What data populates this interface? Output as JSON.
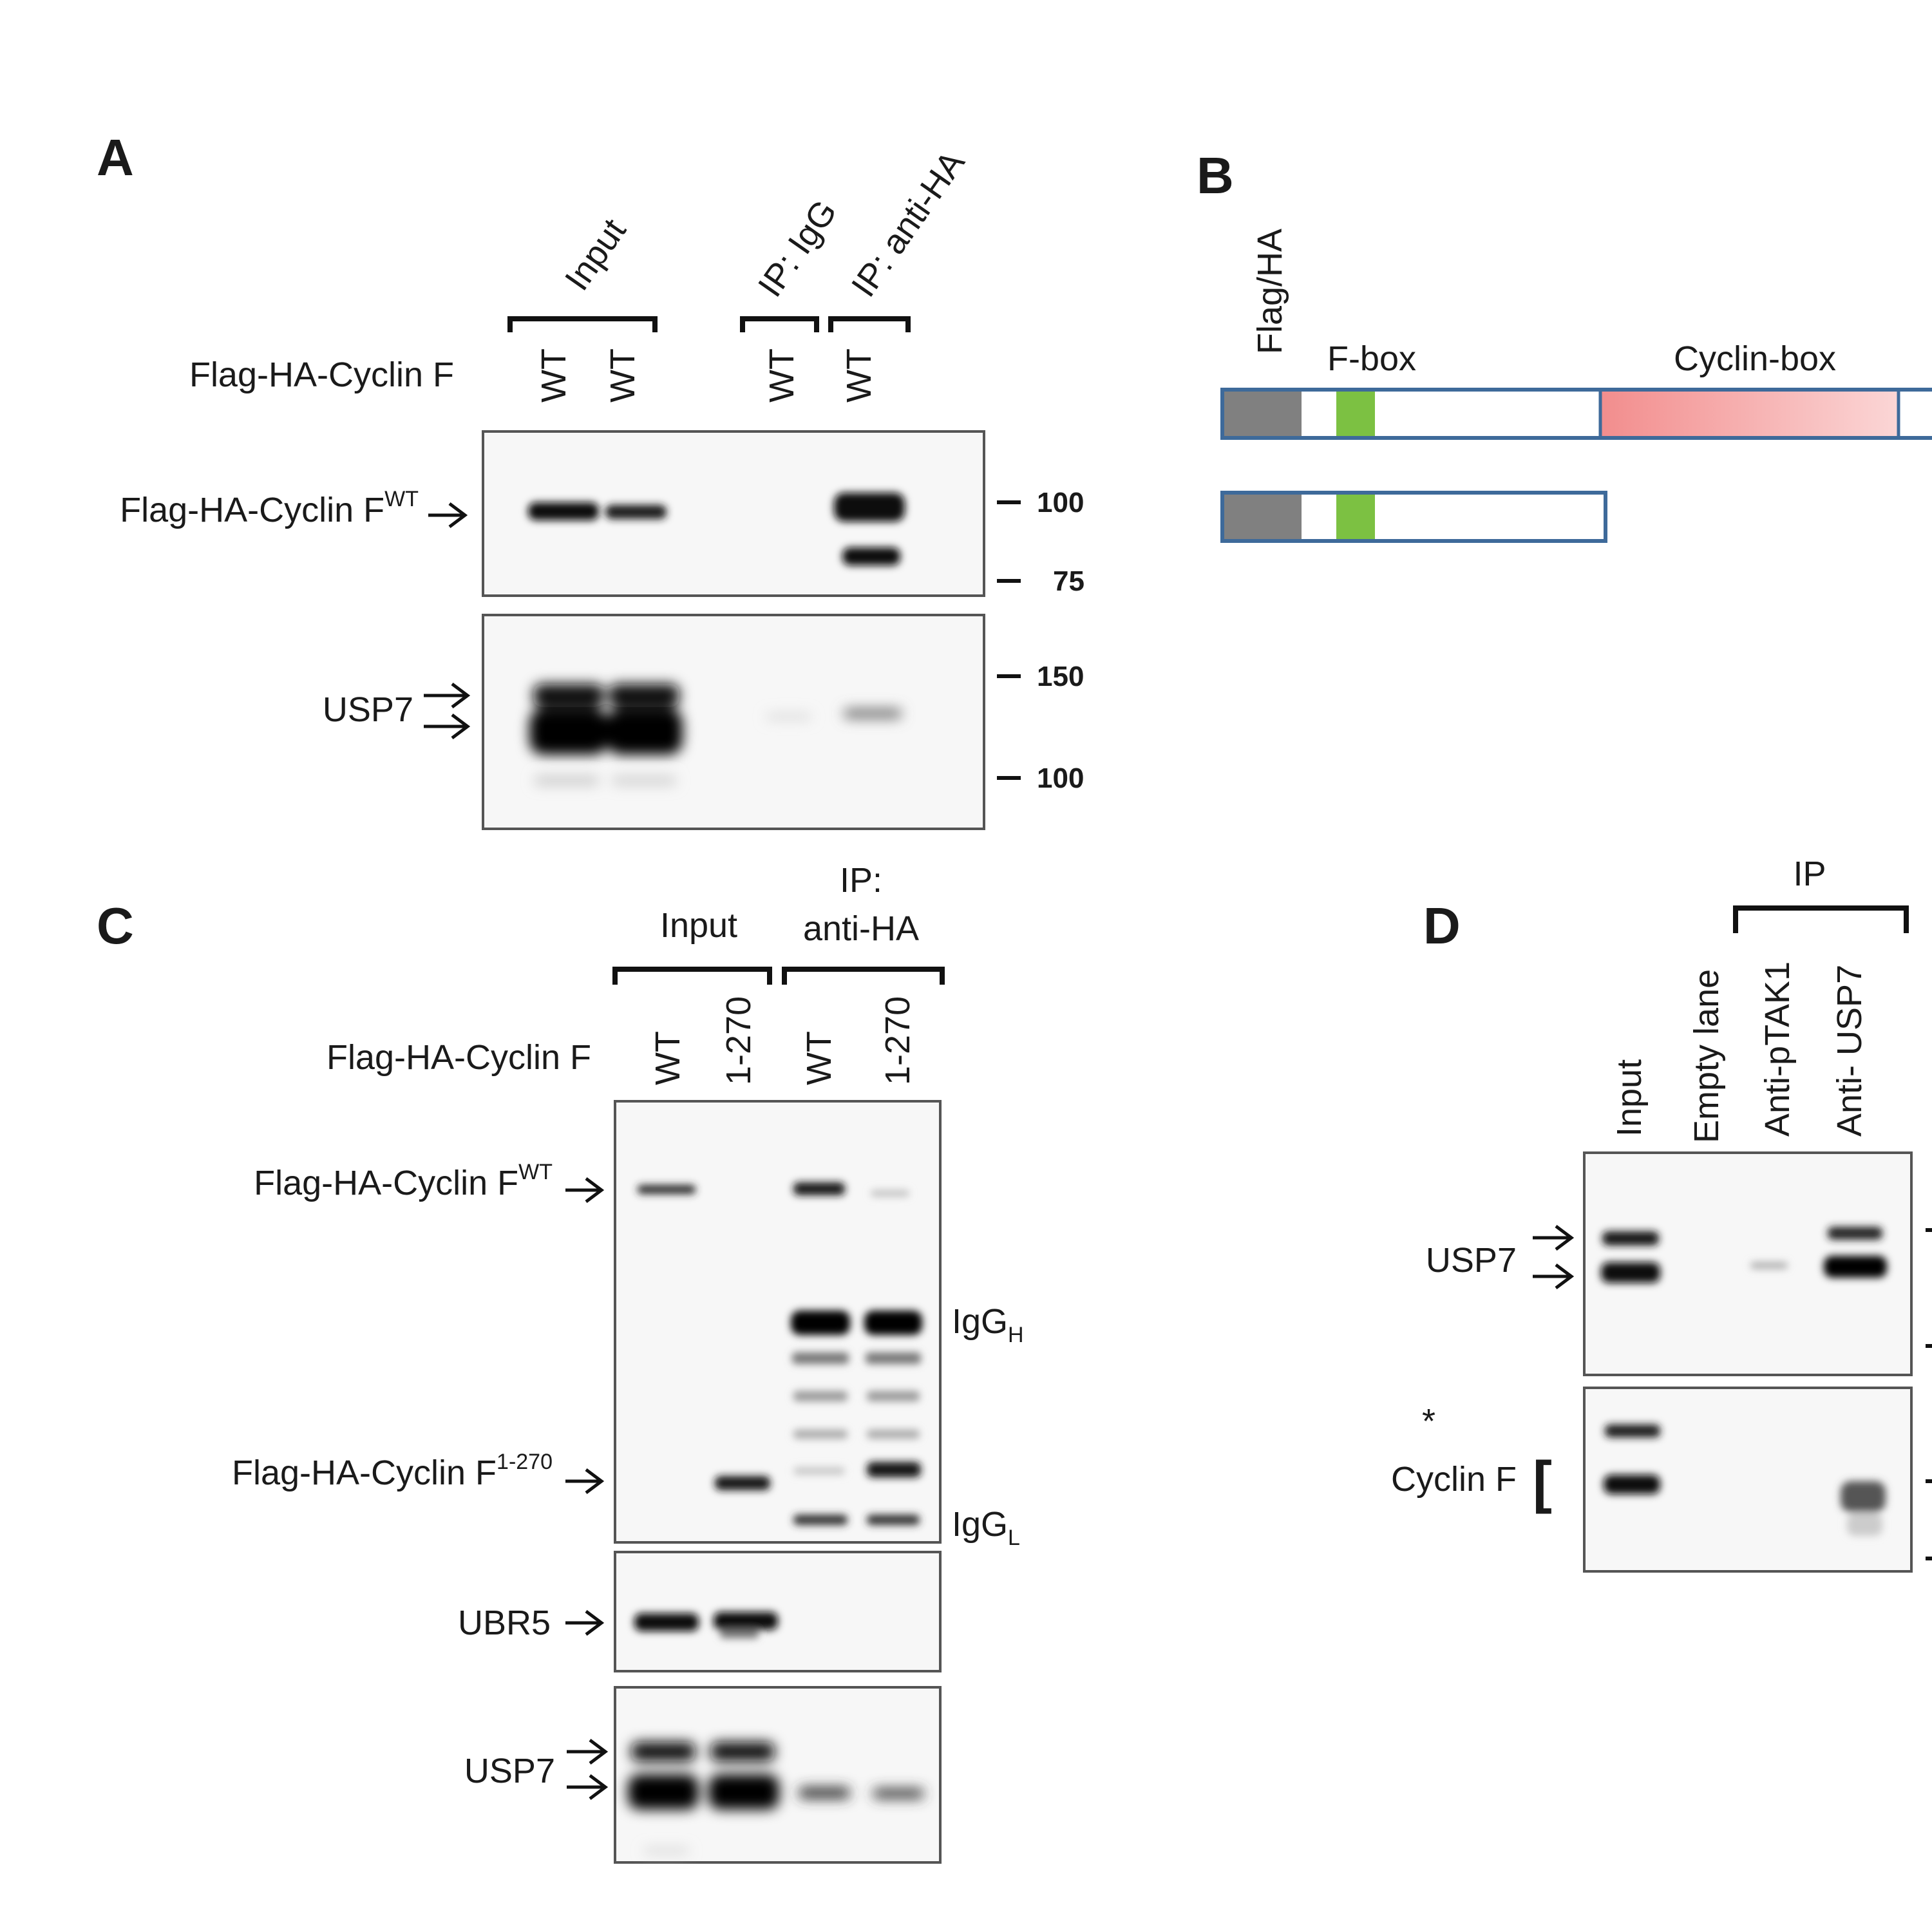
{
  "panels": {
    "A": {
      "letter": "A",
      "group_input": "Input",
      "group_ip_igg": "IP: IgG",
      "group_ip_ha": "IP: anti-HA",
      "row_label": "Flag-HA-Cyclin F",
      "lanes": [
        "WT",
        "WT",
        "WT",
        "WT"
      ],
      "band1_label": "Flag-HA-Cyclin F",
      "band1_sup": "WT",
      "band2_label": "USP7",
      "markers_top": [
        "100",
        "75"
      ],
      "markers_bottom": [
        "150",
        "100"
      ]
    },
    "B": {
      "letter": "B",
      "tag_label": "Flag/HA",
      "fbox_label": "F-box",
      "cyclinbox_label": "Cyclin-box",
      "tag_color": "#808080",
      "fbox_color": "#7cc142",
      "cyclinbox_color": "#f19b9b",
      "outline_color": "#3e6a9a"
    },
    "C": {
      "letter": "C",
      "group_input": "Input",
      "group_ip_line1": "IP:",
      "group_ip_line2": "anti-HA",
      "row_label": "Flag-HA-Cyclin F",
      "lanes": [
        "WT",
        "1-270",
        "WT",
        "1-270"
      ],
      "band1_label": "Flag-HA-Cyclin F",
      "band1_sup": "WT",
      "band2_label": "Flag-HA-Cyclin F",
      "band2_sup": "1-270",
      "igg_heavy": "IgG",
      "igg_heavy_sub": "H",
      "igg_light": "IgG",
      "igg_light_sub": "L",
      "ubr5_label": "UBR5",
      "usp7_label": "USP7"
    },
    "D": {
      "letter": "D",
      "group_ip": "IP",
      "lanes": [
        "Input",
        "Empty lane",
        "Anti-pTAK1",
        "Anti- USP7"
      ],
      "usp7_label": "USP7",
      "cyclinf_label": "Cyclin F",
      "asterisk": "*",
      "bracket": "["
    }
  }
}
